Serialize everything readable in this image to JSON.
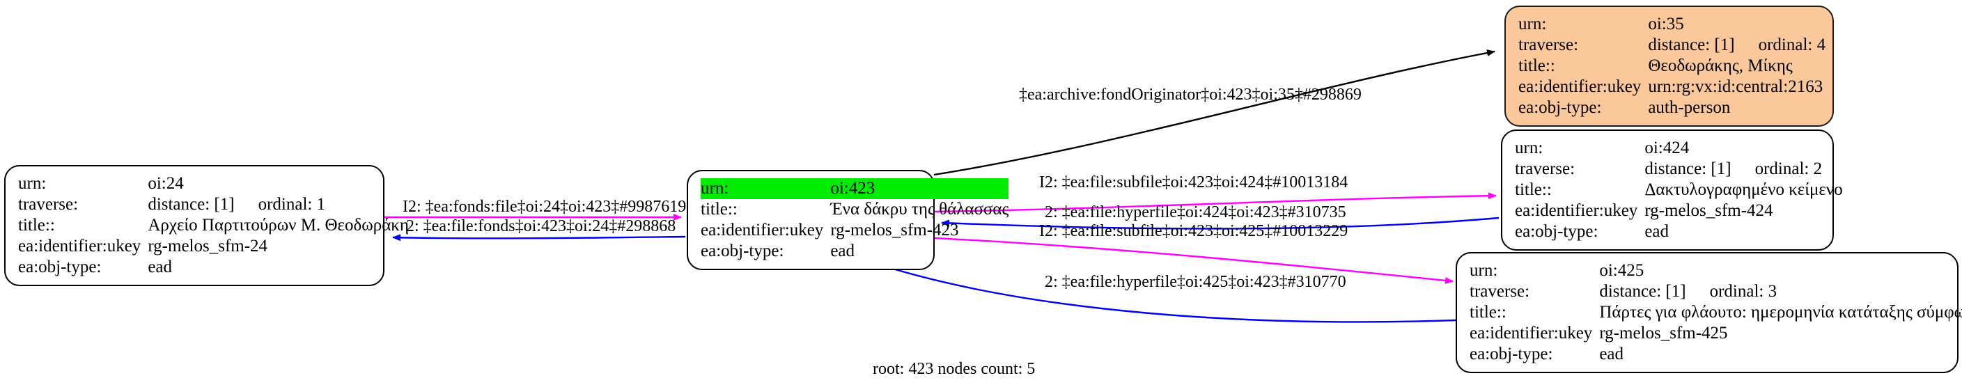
{
  "graph": {
    "caption": "root: 423 nodes count: 5",
    "colors": {
      "highlight_row": "#00ec00",
      "person_node_fill": "#fac89b",
      "edge_out": "#ff00ff",
      "edge_in": "#0000ee",
      "edge_plain": "#000000",
      "node_border": "#000000",
      "background": "#ffffff"
    },
    "field_labels": {
      "urn": "urn:",
      "traverse": "traverse:",
      "title": "title::",
      "ukey": "ea:identifier:ukey",
      "objtype": "ea:obj-type:"
    }
  },
  "nodes": [
    {
      "id": "oi24",
      "urn": "oi:24",
      "traverse_distance": "distance: [1]",
      "traverse_ordinal": "ordinal: 1",
      "title": "Αρχείο Παρτιτούρων Μ. Θεοδωράκη",
      "ukey": "rg-melos_sfm-24",
      "objtype": "ead",
      "has_traverse": true,
      "highlighted": false,
      "fill": "white"
    },
    {
      "id": "oi423",
      "urn": "oi:423",
      "traverse_distance": "",
      "traverse_ordinal": "",
      "title": "Ένα δάκρυ της θάλασσας",
      "ukey": "rg-melos_sfm-423",
      "objtype": "ead",
      "has_traverse": false,
      "highlighted": true,
      "fill": "white"
    },
    {
      "id": "oi35",
      "urn": "oi:35",
      "traverse_distance": "distance: [1]",
      "traverse_ordinal": "ordinal: 4",
      "title": "Θεοδωράκης, Μίκης",
      "ukey": "urn:rg:vx:id:central:2163",
      "objtype": "auth-person",
      "has_traverse": true,
      "highlighted": false,
      "fill": "orange"
    },
    {
      "id": "oi424",
      "urn": "oi:424",
      "traverse_distance": "distance: [1]",
      "traverse_ordinal": "ordinal: 2",
      "title": "Δακτυλογραφημένο κείμενο",
      "ukey": "rg-melos_sfm-424",
      "objtype": "ead",
      "has_traverse": true,
      "highlighted": false,
      "fill": "white"
    },
    {
      "id": "oi425",
      "urn": "oi:425",
      "traverse_distance": "distance: [1]",
      "traverse_ordinal": "ordinal: 3",
      "title": "Πάρτες για φλάουτο: ημερομηνία κατάταξης σύμφωνα με ημερομ...",
      "ukey": "rg-melos_sfm-425",
      "objtype": "ead",
      "has_traverse": true,
      "highlighted": false,
      "fill": "white"
    }
  ],
  "edges": [
    {
      "id": "e1",
      "label": "I2: ‡ea:fonds:file‡oi:24‡oi:423‡#9987619",
      "color": "#ff00ff",
      "from": "oi24",
      "to": "oi423"
    },
    {
      "id": "e2",
      "label": "2: ‡ea:file:fonds‡oi:423‡oi:24‡#298868",
      "color": "#0000ee",
      "from": "oi423",
      "to": "oi24"
    },
    {
      "id": "e3",
      "label": "‡ea:archive:fondOriginator‡oi:423‡oi:35‡#298869",
      "color": "#000000",
      "from": "oi423",
      "to": "oi35"
    },
    {
      "id": "e4",
      "label": "I2: ‡ea:file:subfile‡oi:423‡oi:424‡#10013184",
      "color": "#ff00ff",
      "from": "oi423",
      "to": "oi424"
    },
    {
      "id": "e5",
      "label": "2: ‡ea:file:hyperfile‡oi:424‡oi:423‡#310735",
      "color": "#0000ee",
      "from": "oi424",
      "to": "oi423"
    },
    {
      "id": "e6",
      "label": "I2: ‡ea:file:subfile‡oi:423‡oi:425‡#10013229",
      "color": "#ff00ff",
      "from": "oi423",
      "to": "oi425"
    },
    {
      "id": "e7",
      "label": "2: ‡ea:file:hyperfile‡oi:425‡oi:423‡#310770",
      "color": "#0000ee",
      "from": "oi425",
      "to": "oi423"
    }
  ]
}
